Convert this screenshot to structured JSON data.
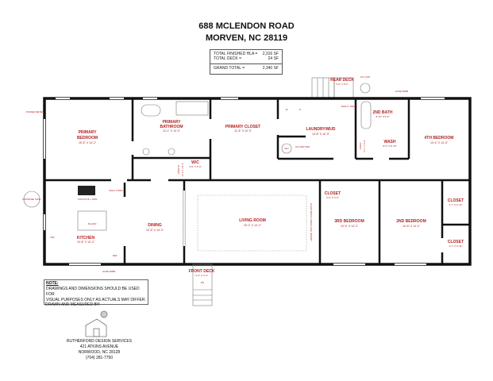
{
  "header": {
    "line1": "688 MCLENDON ROAD",
    "line2": "MORVEN, NC 28119"
  },
  "totals": {
    "rows": [
      {
        "label": "TOTAL FINISHED HLA =",
        "value": "2,316 SF"
      },
      {
        "label": "TOTAL DECK =",
        "value": "24 SF"
      }
    ],
    "grand": {
      "label": "GRAND TOTAL =",
      "value": "2,340 SF"
    }
  },
  "rooms": {
    "primary_bedroom": {
      "name": "PRIMARY",
      "name2": "BEDROOM",
      "dim": "15'-5\" X 14'-2\""
    },
    "primary_bathroom": {
      "name": "PRIMARY",
      "name2": "BATHROOM",
      "dim": "13'-1\" X 10'-0\""
    },
    "primary_closet": {
      "name": "PRIMARY CLOSET",
      "dim": "11'-8\" X 10'-3\""
    },
    "wc": {
      "name": "W/C",
      "dim": "4'-0\" X 6'-6\""
    },
    "closet_small": {
      "name": "CLOSET",
      "dim": "2'-11\" X 4'-6\""
    },
    "laundry": {
      "name": "LAUNDRY/MUD",
      "dim": "13'-8\" X 10'-0\""
    },
    "bath2": {
      "name": "2ND BATH",
      "dim": "8'-11\" X 5'-0\""
    },
    "wash": {
      "name": "WASH",
      "dim": "8'-0\" X 8'-10\""
    },
    "linen": {
      "name": "LINEN",
      "dim": "2'-1\" X 6'-0\""
    },
    "bedroom4": {
      "name": "4TH BEDROOM",
      "dim": "10'-4\" X 14'-3\""
    },
    "kitchen": {
      "name": "KITCHEN",
      "dim": "13'-8\" X 14'-2\""
    },
    "dining": {
      "name": "DINING",
      "dim": "10'-5\" X 14'-2\""
    },
    "living": {
      "name": "LIVING ROOM",
      "dim": "20'-2\" X 14'-2\""
    },
    "closet3": {
      "name": "CLOSET",
      "dim": "6'-6\" X 4'-6\""
    },
    "bedroom3": {
      "name": "3RD BEDROOM",
      "dim": "10'-5\" X 14'-2\""
    },
    "bedroom2": {
      "name": "2ND BEDROOM",
      "dim": "10'-5\" X 14'-2\""
    },
    "closet_a": {
      "name": "CLOSET",
      "dim": "4'-7\" X 6'-11\""
    },
    "closet_b": {
      "name": "CLOSET",
      "dim": "4'-7\" X 6'-11\""
    },
    "rear_deck": {
      "name": "REAR DECK",
      "dim": "5'-0\" X 5'-0\""
    },
    "front_deck": {
      "name": "FRONT DECK",
      "dim": "5'-4\" X 3'-4\""
    }
  },
  "fixtures": {
    "power_meter": "POWER METER",
    "propane": "PROPANE TANK",
    "ac_unit": "A/C UNIT",
    "hose_bibb": "HOSE BIBB",
    "elec_panel": "ELECT. PANEL",
    "island": "ISLAND",
    "cooktop": "COOKTOP + M/W",
    "wall_oven": "WALL OVEN",
    "dw": "DW",
    "ref": "REF",
    "wh": "WH",
    "ac_return": "A/C RETURN",
    "fireplace": "ELECTRICAL FIREPLACE INSERT",
    "washer": "W",
    "dryer": "D",
    "dn": "DN"
  },
  "note": {
    "heading": "NOTE:",
    "line1": "DRAWINGS AND DIMENSIONS SHOULD BE USED FOR",
    "line2": "VISUAL PURPOSES ONLY AS ACTUALS MAY DIFFER."
  },
  "drawn_by": "DRAWN AND MEASURED BY:",
  "company": {
    "name": "RUTHERFORD DESIGN SERVICES",
    "street": "421 ATKINS AVENUE",
    "city": "NORWOOD, NC 28128",
    "phone": "(704) 281-7750"
  }
}
